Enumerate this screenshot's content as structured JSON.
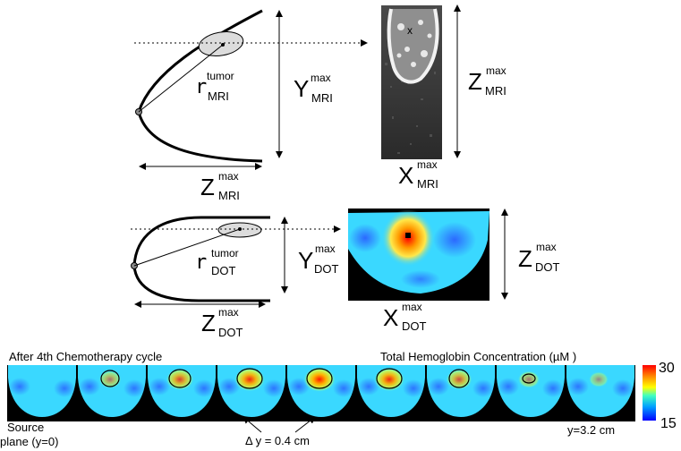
{
  "mri": {
    "tumor_mark": "x",
    "r": {
      "sym": "r",
      "sup": "tumor",
      "sub": "MRI"
    },
    "y": {
      "sym": "Y",
      "sup": "max",
      "sub": "MRI"
    },
    "z_side": {
      "sym": "Z",
      "sup": "max",
      "sub": "MRI"
    },
    "z_bottom": {
      "sym": "Z",
      "sup": "max",
      "sub": "MRI"
    },
    "x": {
      "sym": "X",
      "sup": "max",
      "sub": "MRI"
    }
  },
  "dot": {
    "r": {
      "sym": "r",
      "sup": "tumor",
      "sub": "DOT"
    },
    "y": {
      "sym": "Y",
      "sup": "max",
      "sub": "DOT"
    },
    "z_side": {
      "sym": "Z",
      "sup": "max",
      "sub": "DOT"
    },
    "z_bottom": {
      "sym": "Z",
      "sup": "max",
      "sub": "DOT"
    },
    "x": {
      "sym": "X",
      "sup": "max",
      "sub": "DOT"
    }
  },
  "strip": {
    "left_title": "After 4th Chemotherapy cycle",
    "right_title": "Total Hemoglobin Concentration (µM )",
    "source_label_1": "Source",
    "source_label_2": "plane (y=0)",
    "delta_label": "Δ y = 0.4 cm",
    "end_label": "y=3.2 cm",
    "colorbar_max": "30",
    "colorbar_min": "15",
    "colors": {
      "low": "#0000ff",
      "mid": "#33e0ff",
      "high": "#ff0000"
    }
  }
}
